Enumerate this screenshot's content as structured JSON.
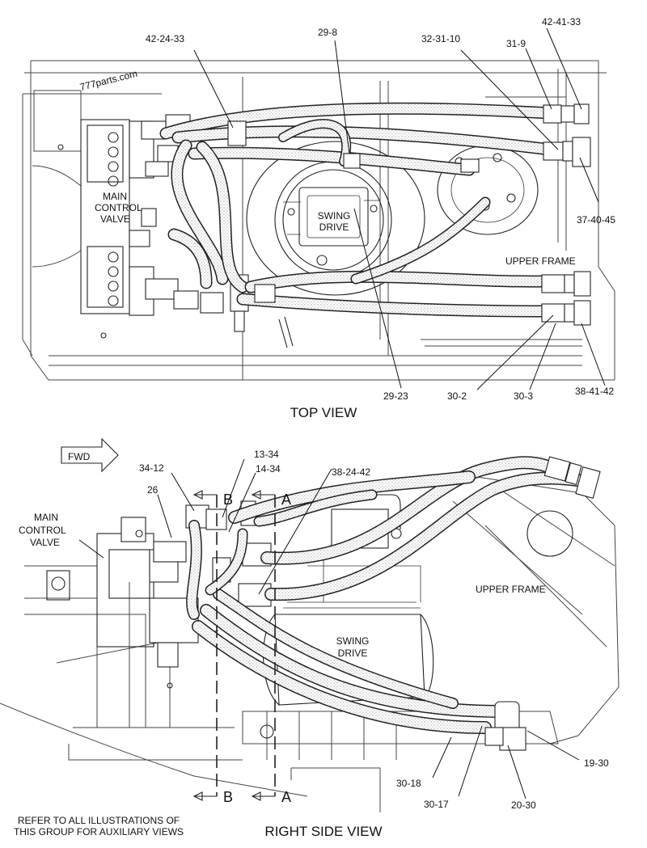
{
  "watermark": "777parts.com",
  "top_view": {
    "title": "TOP VIEW",
    "labels": {
      "main_control_valve": [
        "MAIN",
        "CONTROL",
        "VALVE"
      ],
      "swing_drive": [
        "SWING",
        "DRIVE"
      ],
      "upper_frame": "UPPER FRAME"
    },
    "callouts": [
      "42-24-33",
      "29-8",
      "32-31-10",
      "42-41-33",
      "31-9",
      "37-40-45",
      "30-2",
      "30-3",
      "38-41-42",
      "29-23"
    ]
  },
  "side_view": {
    "title": "RIGHT SIDE VIEW",
    "fwd": "FWD",
    "labels": {
      "main_control_valve": [
        "MAIN",
        "CONTROL",
        "VALVE"
      ],
      "swing_drive": [
        "SWING",
        "DRIVE"
      ],
      "upper_frame": "UPPER FRAME"
    },
    "callouts": [
      "13-34",
      "14-34",
      "34-12",
      "38-24-42",
      "26",
      "19-30",
      "30-18",
      "30-17",
      "20-30"
    ],
    "sections": [
      "B",
      "A"
    ]
  },
  "note": [
    "REFER TO ALL ILLUSTRATIONS OF",
    "THIS GROUP FOR AUXILIARY VIEWS"
  ]
}
